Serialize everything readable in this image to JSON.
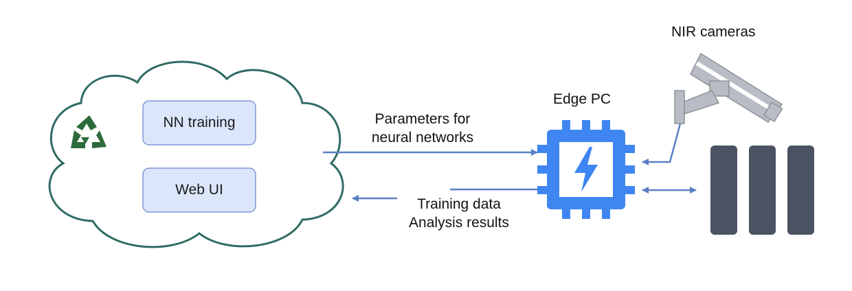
{
  "cloud": {
    "logo_icon": "recycle-triangle-icon",
    "boxes": [
      {
        "label": "NN training"
      },
      {
        "label": "Web UI"
      }
    ]
  },
  "edge": {
    "title": "Edge PC",
    "icon": "chip-lightning-icon"
  },
  "cameras": {
    "title": "NIR cameras",
    "icon": "security-camera-icon"
  },
  "arrows": {
    "to_edge_line1": "Parameters for",
    "to_edge_line2": "neural networks",
    "to_cloud_line1": "Training data",
    "to_cloud_line2": "Analysis results"
  },
  "devices": {
    "icon": "three-bars-icon"
  },
  "colors": {
    "cloud_stroke": "#2f6b64",
    "box_fill": "#dbe6fb",
    "box_stroke": "#7f98d6",
    "arrow": "#5a7fc4",
    "chip": "#3f86f2",
    "bars": "#4b5363",
    "logo": "#2e6b3c",
    "camera": "#b8bcc4"
  }
}
